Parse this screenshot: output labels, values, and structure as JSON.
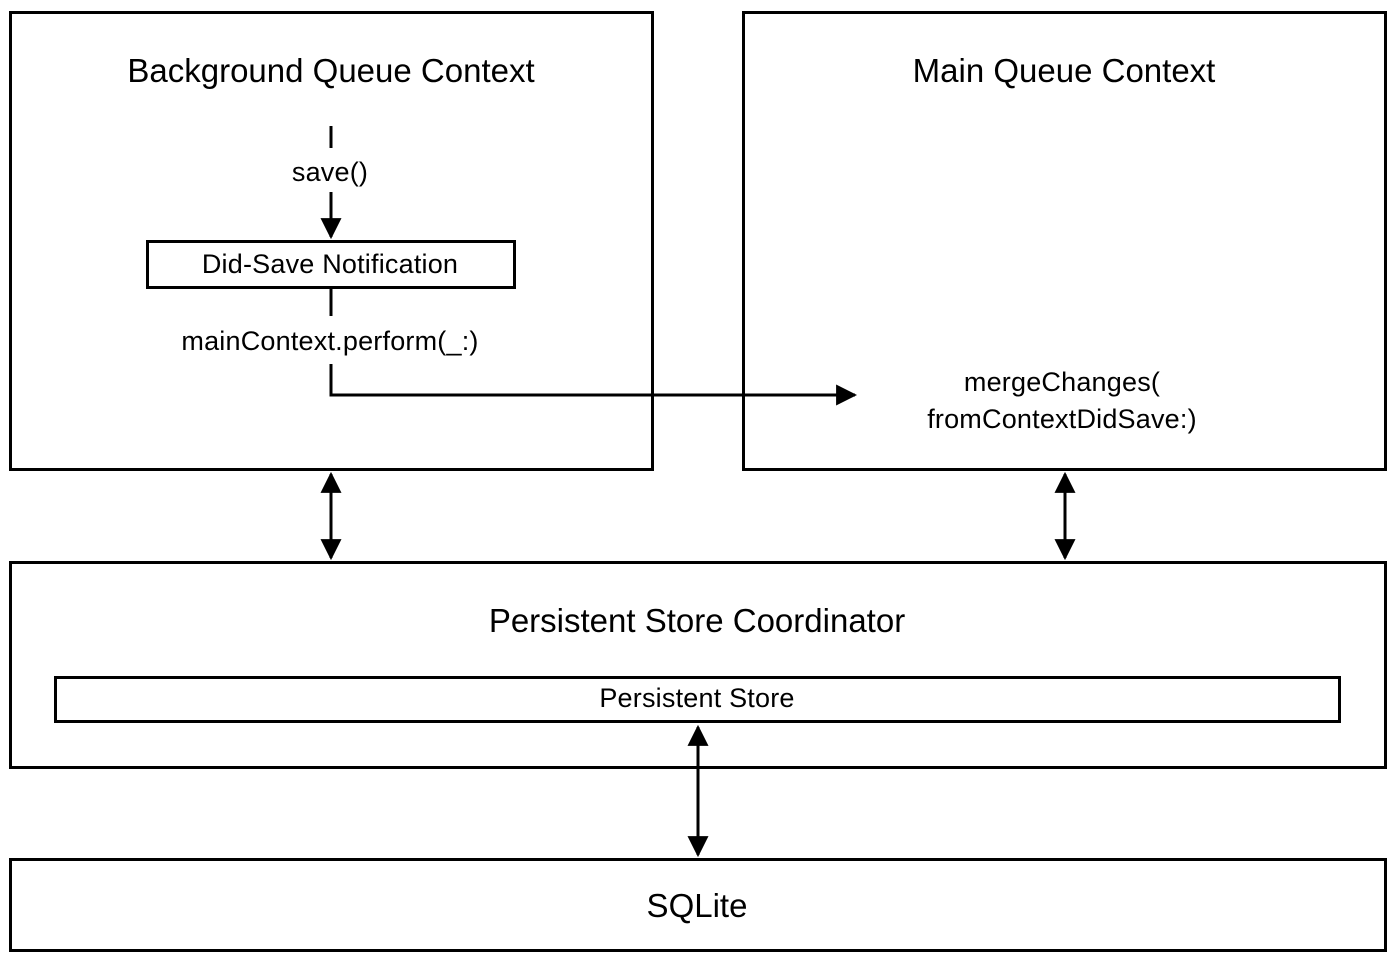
{
  "background_context": {
    "title": "Background Queue Context",
    "save_call": "save()",
    "notification": "Did-Save Notification",
    "perform_call": "mainContext.perform(_:)"
  },
  "main_context": {
    "title": "Main Queue Context",
    "merge_line1": "mergeChanges(",
    "merge_line2": "fromContextDidSave:)"
  },
  "coordinator": {
    "title": "Persistent Store Coordinator",
    "store": "Persistent Store"
  },
  "sqlite": {
    "title": "SQLite"
  }
}
